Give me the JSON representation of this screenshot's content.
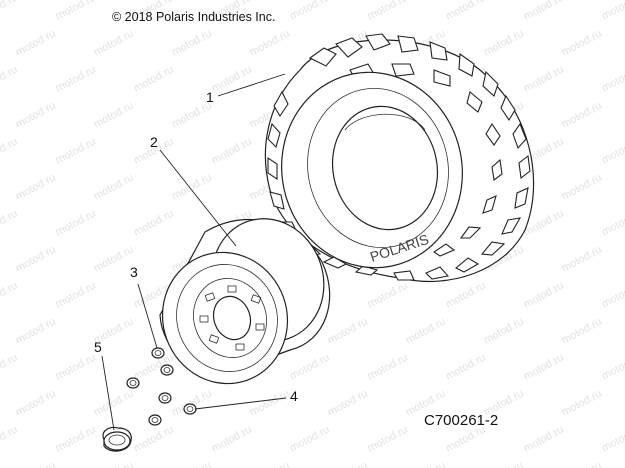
{
  "copyright": "© 2018 Polaris Industries Inc.",
  "figure_code": "C700261-2",
  "watermark_text": "motod.ru",
  "tire_sidewall_brand": "POLARIS",
  "callouts": [
    {
      "number": "1",
      "part": "tire"
    },
    {
      "number": "2",
      "part": "wheel"
    },
    {
      "number": "3",
      "part": "lug-nut"
    },
    {
      "number": "4",
      "part": "lug-nut"
    },
    {
      "number": "5",
      "part": "wheel-cap"
    }
  ]
}
